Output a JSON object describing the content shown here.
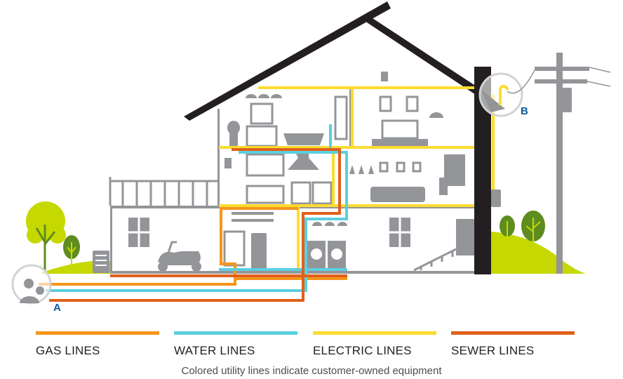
{
  "colors": {
    "gas": "#f7941d",
    "water": "#5bcfe0",
    "electric": "#fcdc2f",
    "sewer": "#e0601b",
    "structure": "#939598",
    "roof": "#231f20",
    "grass": "#c5d800",
    "tree_dark": "#5e8c1f",
    "marker_label": "#0c5a9e"
  },
  "markers": {
    "a": "A",
    "b": "B"
  },
  "legend": [
    {
      "key": "gas",
      "label": "GAS LINES"
    },
    {
      "key": "water",
      "label": "WATER LINES"
    },
    {
      "key": "electric",
      "label": "ELECTRIC LINES"
    },
    {
      "key": "sewer",
      "label": "SEWER LINES"
    }
  ],
  "caption": "Colored utility lines indicate customer-owned equipment"
}
